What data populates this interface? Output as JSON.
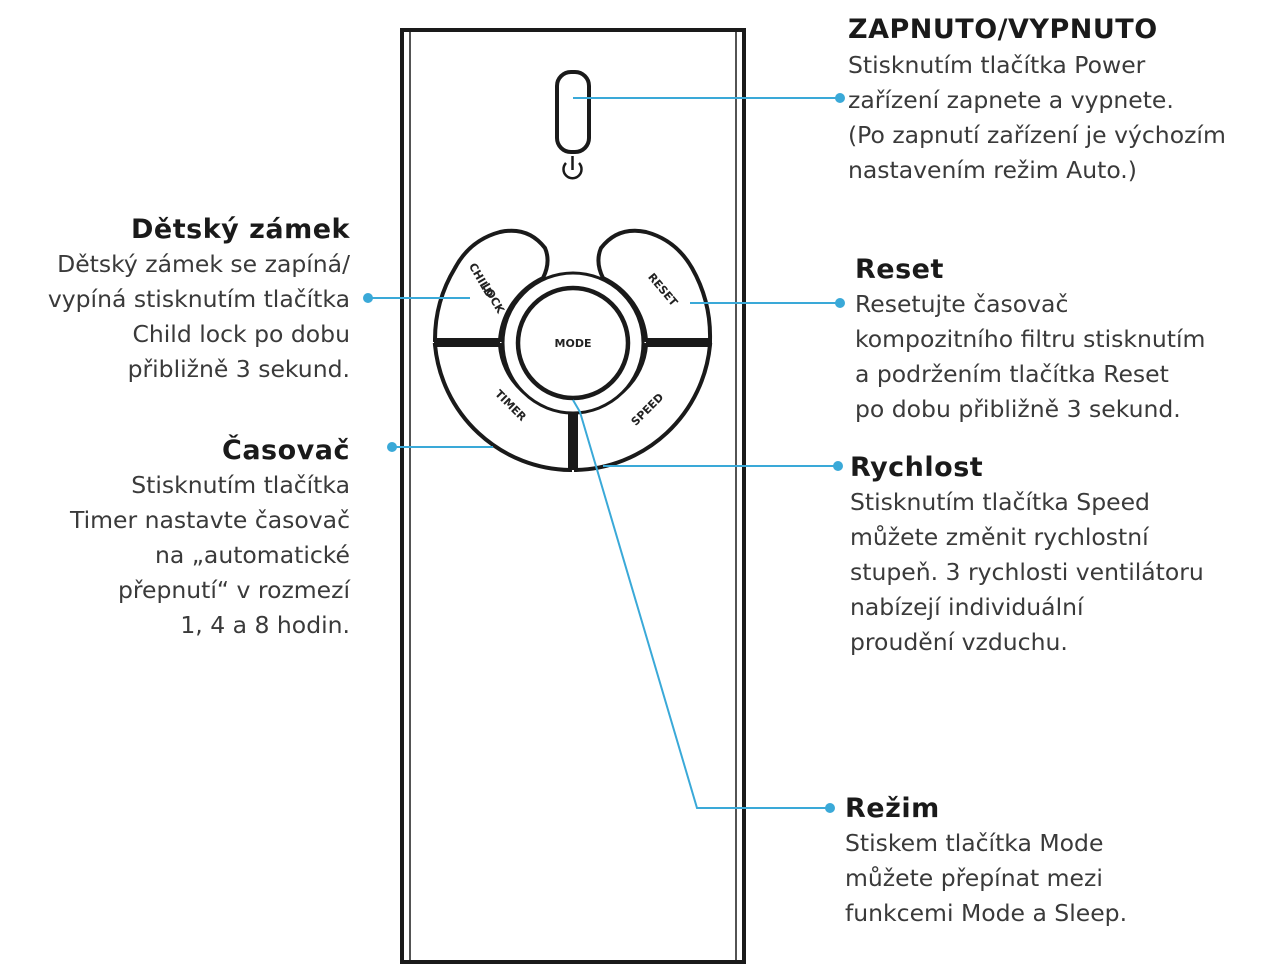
{
  "remote": {
    "buttons": {
      "child_lock": [
        "CHILD",
        "LOCK"
      ],
      "reset": "RESET",
      "mode": "MODE",
      "timer": "TIMER",
      "speed": "SPEED"
    },
    "line_color": "#3aa9d8"
  },
  "callouts": {
    "power": {
      "title": "ZAPNUTO/VYPNUTO",
      "text": "Stisknutím tlačítka Power\nzařízení zapnete a vypnete.\n(Po zapnutí zařízení je výchozím\nnastavením režim Auto.)"
    },
    "reset": {
      "title": "Reset",
      "text": "Resetujte časovač\nkompozitního filtru stisknutím\na podržením tlačítka Reset\npo dobu přibližně 3 sekund."
    },
    "speed": {
      "title": "Rychlost",
      "text": "Stisknutím tlačítka Speed\nmůžete změnit rychlostní\nstupeň. 3 rychlosti ventilátoru\nnabízejí individuální\nproudění vzduchu."
    },
    "mode": {
      "title": "Režim",
      "text": "Stiskem tlačítka Mode\nmůžete přepínat mezi\nfunkcemi Mode a Sleep."
    },
    "child_lock": {
      "title": "Dětský zámek",
      "text": "Dětský zámek se zapíná/\nvypíná stisknutím tlačítka\nChild lock po dobu\npřibližně 3 sekund."
    },
    "timer": {
      "title": "Časovač",
      "text": "Stisknutím tlačítka\nTimer nastavte časovač\nna „automatické\npřepnutí“ v rozmezí\n1, 4 a 8 hodin."
    }
  }
}
